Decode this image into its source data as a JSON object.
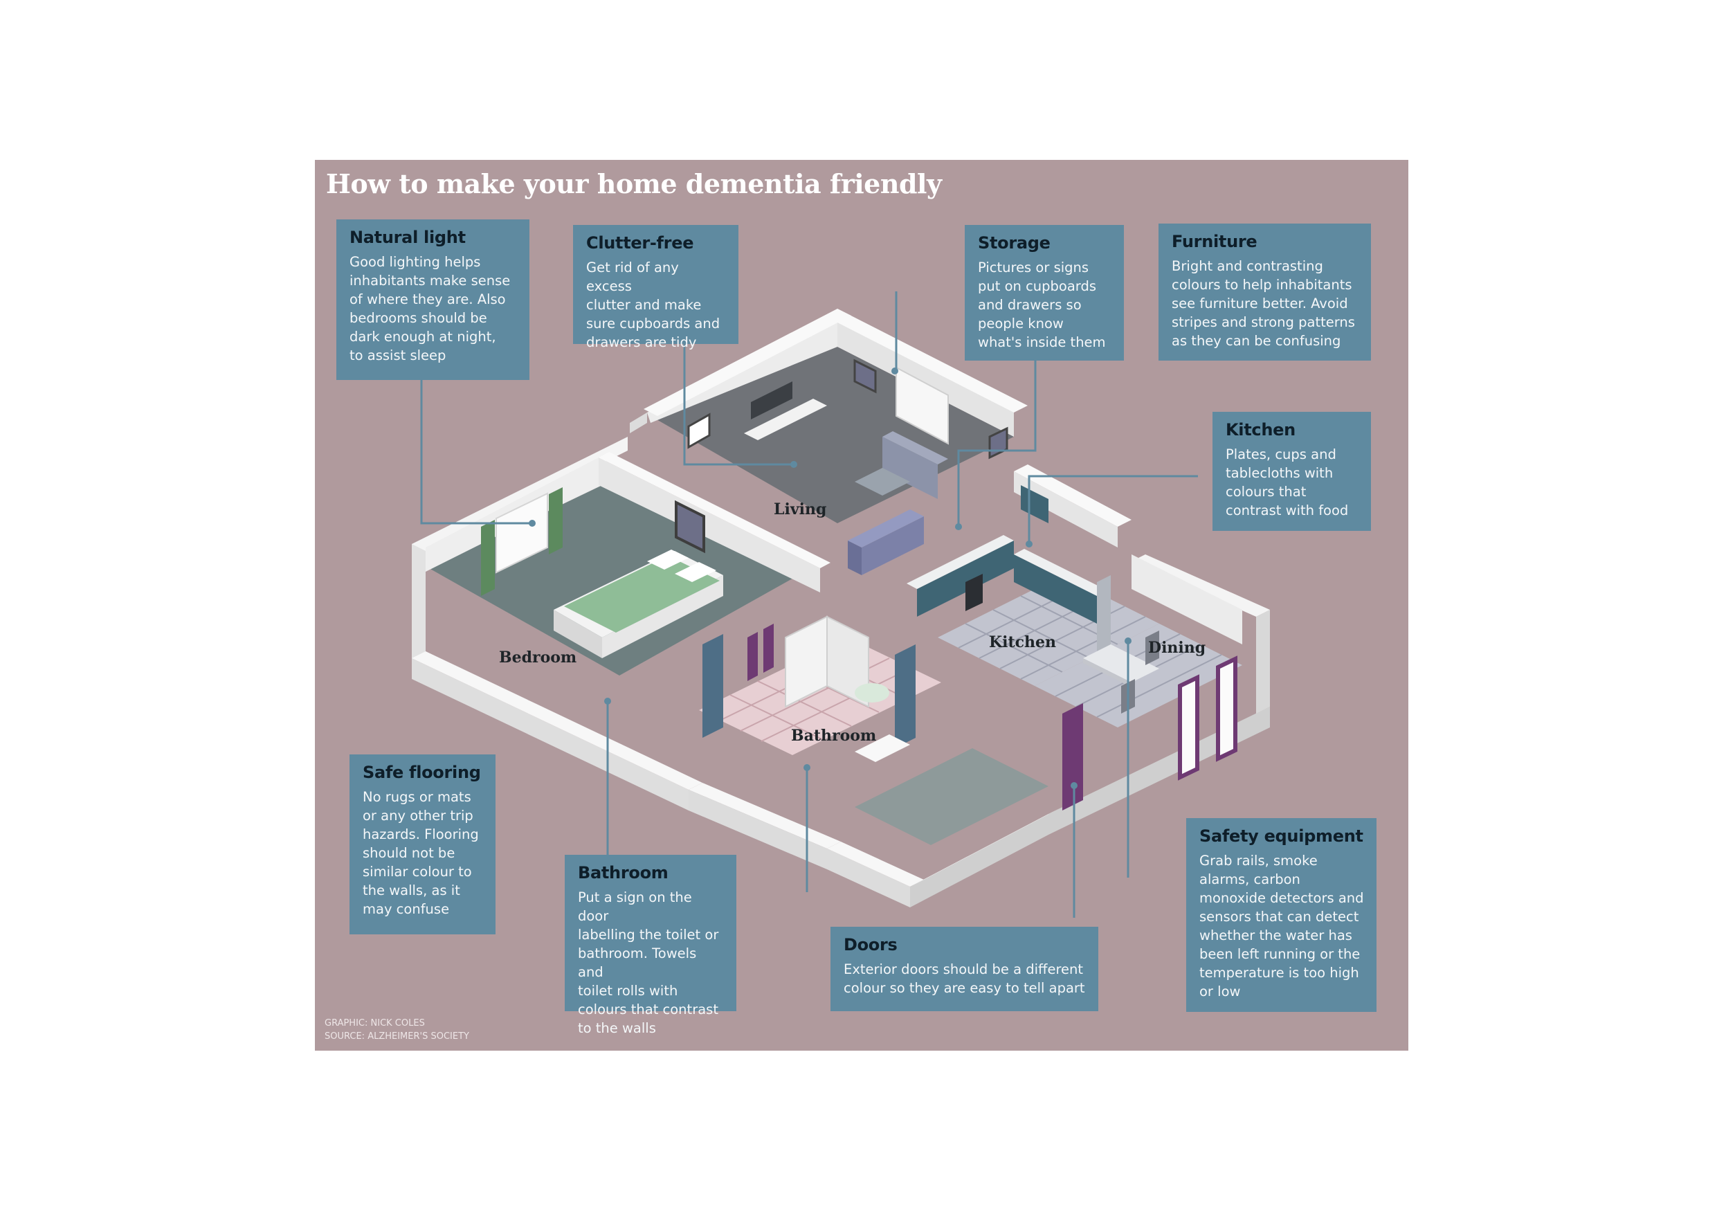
{
  "title": "How to make your home dementia friendly",
  "rooms": {
    "living": "Living",
    "bedroom": "Bedroom",
    "bathroom": "Bathroom",
    "kitchen": "Kitchen",
    "dining": "Dining"
  },
  "callouts": {
    "natural_light": {
      "heading": "Natural light",
      "body": "Good lighting helps\ninhabitants make sense\nof where they are. Also\nbedrooms should be\ndark enough at night,\nto assist sleep"
    },
    "clutter_free": {
      "heading": "Clutter-free",
      "body": "Get rid of any excess\nclutter and make\nsure cupboards and\ndrawers are tidy"
    },
    "storage": {
      "heading": "Storage",
      "body": "Pictures or signs\nput on cupboards\nand drawers so\npeople know\nwhat's inside them"
    },
    "furniture": {
      "heading": "Furniture",
      "body": "Bright and contrasting\ncolours to help inhabitants\nsee furniture better. Avoid\nstripes and strong patterns\nas they can be confusing"
    },
    "kitchen": {
      "heading": "Kitchen",
      "body": "Plates, cups and\ntablecloths with\ncolours that\ncontrast with food"
    },
    "safe_flooring": {
      "heading": "Safe flooring",
      "body": "No rugs or mats\nor any other trip\nhazards. Flooring\nshould not be\nsimilar colour to\nthe walls, as it\nmay confuse"
    },
    "bathroom": {
      "heading": "Bathroom",
      "body": "Put a sign on the door\nlabelling the toilet or\nbathroom. Towels and\ntoilet rolls with\ncolours that contrast\nto the walls"
    },
    "doors": {
      "heading": "Doors",
      "body": "Exterior doors should be a different\ncolour so they are easy to tell apart"
    },
    "safety_equipment": {
      "heading": "Safety equipment",
      "body": "Grab rails, smoke\nalarms, carbon\nmonoxide detectors and\nsensors that can detect\nwhether the water has\nbeen left running or the\ntemperature is too high\nor low"
    }
  },
  "credits": {
    "graphic": "GRAPHIC: NICK COLES",
    "source": "SOURCE: ALZHEIMER'S SOCIETY"
  },
  "colors": {
    "poster_background": "#b09a9d",
    "callout_background": "#5f8aa0",
    "callout_heading": "#0e1e29",
    "leader_line": "#5f8aa0",
    "wall": "#f3f3f3",
    "bedding": "#8fbd97",
    "door_blue": "#4e6e86",
    "door_purple": "#6e3a73"
  }
}
